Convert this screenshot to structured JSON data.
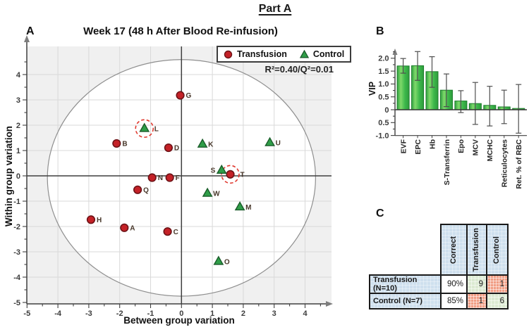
{
  "part_title": "Part A",
  "panel_labels": {
    "a": "A",
    "b": "B",
    "c": "C"
  },
  "colors": {
    "transfusion": "#c42127",
    "transfusion_edge": "#6d1216",
    "control": "#2f9e48",
    "control_edge": "#1a5c2a",
    "highlight_dashed": "#e0392f",
    "bar_fill": "#2fa040",
    "bar_fill_light": "#7fd96a",
    "bar_edge": "#1c7d2b",
    "plot_bg": "#f0f0f0",
    "grid": "#d9d9d9",
    "axis": "#3f3f3f",
    "arrow": "#7d7d7d",
    "point_label": "#473629",
    "table_header_bg": "#cfe0ee",
    "table_good_bg": "#dcead2",
    "table_bad_bg": "#f19e85"
  },
  "chart_data": [
    {
      "type": "scatter",
      "title": "Week 17 (48 h After Blood Re-infusion)",
      "xlabel": "Between group variation",
      "ylabel": "Within group variation",
      "annotation": "R²=0.40/Q²=0.01",
      "xlim": [
        -5,
        4.9
      ],
      "ylim": [
        -5.2,
        5.1
      ],
      "x_ticks": [
        -5,
        -4,
        -3,
        -2,
        -1,
        0,
        1,
        2,
        3,
        4
      ],
      "y_ticks": [
        4,
        3,
        2,
        1,
        0,
        -1,
        -2,
        -3,
        -4,
        -5
      ],
      "grid": true,
      "legend_position": "top-right",
      "ellipse": {
        "cx": 0,
        "cy": -0.08,
        "rx": 4.34,
        "ry": 4.67
      },
      "highlighted": [
        "L",
        "T"
      ],
      "series": [
        {
          "name": "Transfusion",
          "marker": "circle",
          "points": [
            {
              "id": "A",
              "x": -1.85,
              "y": -2.05
            },
            {
              "id": "B",
              "x": -2.1,
              "y": 1.28
            },
            {
              "id": "C",
              "x": -0.45,
              "y": -2.2
            },
            {
              "id": "D",
              "x": -0.42,
              "y": 1.11
            },
            {
              "id": "F",
              "x": -0.38,
              "y": -0.07
            },
            {
              "id": "G",
              "x": -0.04,
              "y": 3.18
            },
            {
              "id": "H",
              "x": -2.93,
              "y": -1.73
            },
            {
              "id": "N",
              "x": -0.95,
              "y": -0.07
            },
            {
              "id": "Q",
              "x": -1.42,
              "y": -0.55
            },
            {
              "id": "T",
              "x": 1.58,
              "y": 0.06
            }
          ]
        },
        {
          "name": "Control",
          "marker": "triangle",
          "points": [
            {
              "id": "K",
              "x": 0.68,
              "y": 1.25
            },
            {
              "id": "L",
              "x": -1.2,
              "y": 1.87
            },
            {
              "id": "M",
              "x": 1.89,
              "y": -1.23
            },
            {
              "id": "O",
              "x": 1.2,
              "y": -3.38
            },
            {
              "id": "S",
              "x": 1.3,
              "y": 0.22,
              "label_side": "left"
            },
            {
              "id": "U",
              "x": 2.86,
              "y": 1.31
            },
            {
              "id": "W",
              "x": 0.84,
              "y": -0.69
            }
          ]
        }
      ]
    },
    {
      "type": "bar",
      "ylabel": "VIP",
      "categories": [
        "EVF",
        "EPC",
        "Hb",
        "S-Transferrin",
        "Epo",
        "MCV",
        "MCHC",
        "Reticulocytes",
        "Ret. % of RBC"
      ],
      "values": [
        1.7,
        1.71,
        1.48,
        0.76,
        0.34,
        0.24,
        0.17,
        0.11,
        0.05
      ],
      "error_low": [
        1.42,
        1.14,
        0.87,
        0.12,
        -0.11,
        -0.57,
        -0.63,
        -0.54,
        -0.91
      ],
      "error_high": [
        1.99,
        2.26,
        2.06,
        1.39,
        0.74,
        1.06,
        0.91,
        0.76,
        0.98
      ],
      "ylim": [
        -1.0,
        2.4
      ],
      "y_tick_labels": [
        "2.0",
        "1.5",
        "1.0",
        "0.5",
        "0",
        "0.5",
        "-1.0"
      ],
      "y_tick_values": [
        2.0,
        1.5,
        1.0,
        0.5,
        0,
        -0.5,
        -1.0
      ],
      "grid": false
    },
    {
      "type": "table",
      "col_headers": [
        "Correct",
        "Transfusion",
        "Control"
      ],
      "rows": [
        {
          "label": "Transfusion (N=10)",
          "values": [
            "90%",
            "9",
            "1"
          ],
          "cell_styles": [
            "plain",
            "good",
            "bad"
          ]
        },
        {
          "label": "Control (N=7)",
          "values": [
            "85%",
            "1",
            "6"
          ],
          "cell_styles": [
            "plain",
            "bad",
            "good"
          ]
        }
      ]
    }
  ]
}
